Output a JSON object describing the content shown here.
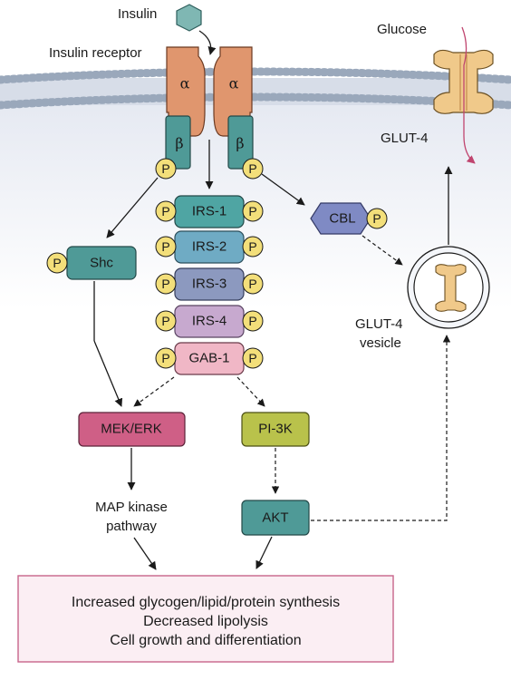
{
  "labels": {
    "insulin": "Insulin",
    "insulin_receptor": "Insulin receptor",
    "alpha": "α",
    "beta": "β",
    "glucose": "Glucose",
    "glut4_membrane": "GLUT-4",
    "glut4_vesicle_line1": "GLUT-4",
    "glut4_vesicle_line2": "vesicle",
    "map_line1": "MAP kinase",
    "map_line2": "pathway",
    "phospho": "P"
  },
  "nodes": {
    "irs1": "IRS-1",
    "irs2": "IRS-2",
    "irs3": "IRS-3",
    "irs4": "IRS-4",
    "gab1": "GAB-1",
    "shc": "Shc",
    "cbl": "CBL",
    "mek_erk": "MEK/ERK",
    "pi3k": "PI-3K",
    "akt": "AKT"
  },
  "outcomes": [
    "Increased glycogen/lipid/protein synthesis",
    "Decreased lipolysis",
    "Cell growth and differentiation"
  ],
  "colors": {
    "membrane_bg": "#e8ecf4",
    "lipid_head": "#a9b7c9",
    "receptor_alpha": "#e0966e",
    "receptor_beta": "#4f9a97",
    "phospho": "#f3df7a",
    "irs1": "#4fa5a3",
    "irs2": "#6fabc4",
    "irs3": "#8c99bf",
    "irs4": "#c7a9cf",
    "gab1": "#f0b7c6",
    "shc": "#4f9a97",
    "cbl": "#7f8ac4",
    "mek_erk": "#cf5f86",
    "pi3k": "#b9c24b",
    "akt": "#4f9a97",
    "glut4": "#f0c98a",
    "outcome_fill": "#fbeef3",
    "outcome_border": "#c8648a",
    "glucose_arrow": "#c0456f",
    "insulin": "#7fb7b3"
  }
}
